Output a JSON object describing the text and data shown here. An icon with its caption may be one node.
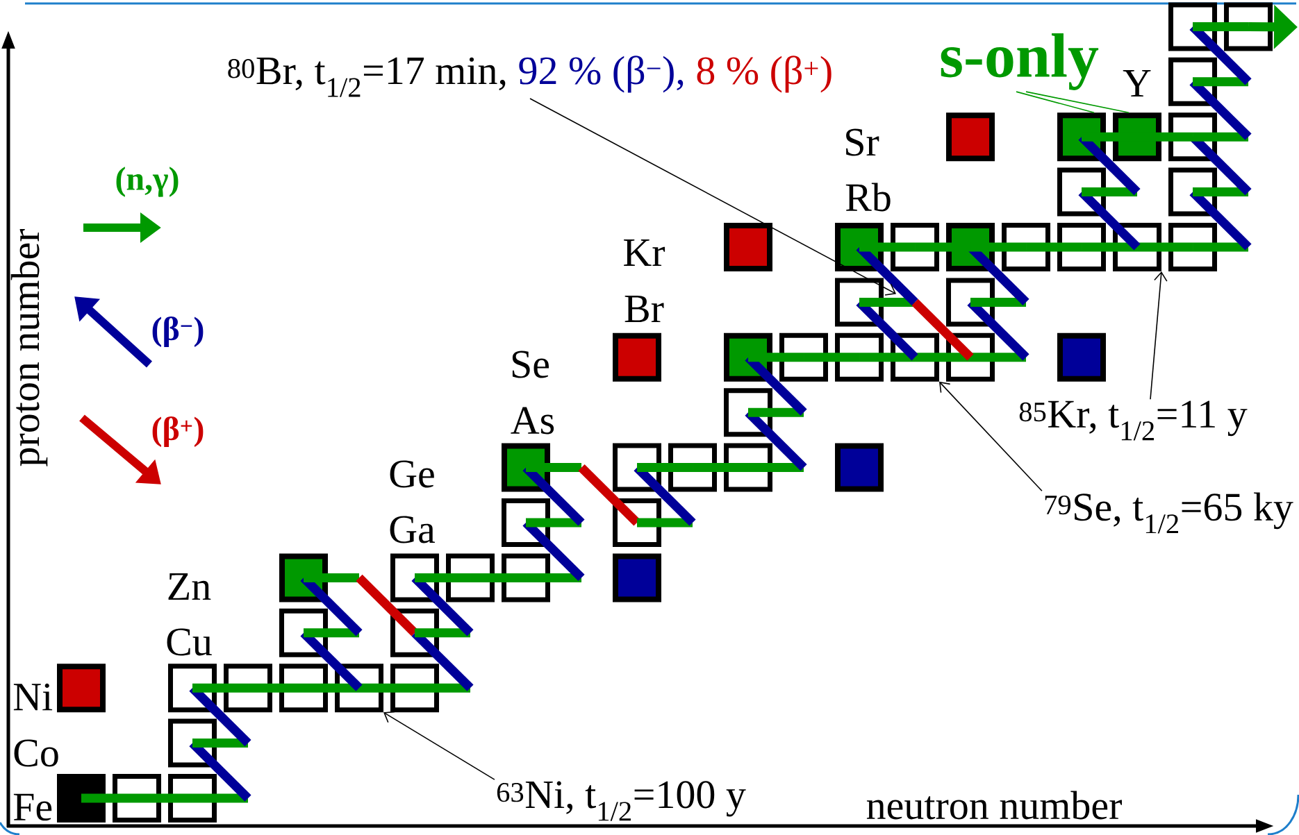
{
  "diagram": {
    "nodes": [
      {
        "text": [],
        "shape": "box"
      },
      {
        "text": [],
        "shape": "box"
      },
      {
        "text": [],
        "shape": "box"
      },
      {
        "text": [],
        "shape": "box"
      },
      {
        "text": [],
        "shape": "box"
      },
      {
        "text": [],
        "shape": "box"
      },
      {
        "text": [],
        "shape": "box"
      },
      {
        "text": [],
        "shape": "box"
      },
      {
        "text": [],
        "shape": "box"
      },
      {
        "text": [],
        "shape": "box"
      },
      {
        "text": [],
        "shape": "box"
      },
      {
        "text": [],
        "shape": "box"
      },
      {
        "text": [],
        "shape": "box"
      },
      {
        "text": [],
        "shape": "box"
      },
      {
        "text": [],
        "shape": "box"
      },
      {
        "text": [],
        "shape": "box"
      },
      {
        "text": [],
        "shape": "box"
      },
      {
        "text": [],
        "shape": "box"
      },
      {
        "text": [],
        "shape": "box"
      },
      {
        "text": [],
        "shape": "box"
      },
      {
        "text": [],
        "shape": "box"
      },
      {
        "text": [],
        "shape": "box"
      },
      {
        "text": [],
        "shape": "box"
      },
      {
        "text": [],
        "shape": "box"
      },
      {
        "text": [],
        "shape": "box"
      },
      {
        "text": [],
        "shape": "box"
      },
      {
        "text": [],
        "shape": "box"
      },
      {
        "text": [],
        "shape": "box"
      },
      {
        "text": [],
        "shape": "box"
      },
      {
        "text": [],
        "shape": "box"
      },
      {
        "text": [],
        "shape": "box"
      },
      {
        "text": [],
        "shape": "box"
      },
      {
        "text": [],
        "shape": "box"
      },
      {
        "text": [],
        "shape": "box"
      },
      {
        "text": [],
        "shape": "box"
      },
      {
        "text": [],
        "shape": "box"
      },
      {
        "text": [],
        "shape": "box"
      },
      {
        "text": [],
        "shape": "box"
      },
      {
        "text": [],
        "shape": "box"
      },
      {
        "text": [],
        "shape": "box"
      },
      {
        "text": [],
        "shape": "box"
      },
      {
        "text": [],
        "shape": "box"
      },
      {
        "text": [],
        "shape": "box"
      },
      {
        "text": [],
        "shape": "box"
      },
      {
        "text": [],
        "shape": "box"
      },
      {
        "text": [],
        "shape": "box"
      },
      {
        "text": [],
        "shape": "box"
      },
      {
        "text": [],
        "shape": "box"
      },
      {
        "text": [],
        "shape": "box"
      },
      {
        "text": [],
        "shape": "box"
      },
      {
        "text": [],
        "shape": "box"
      },
      {
        "text": [
          "$^{80}$Br, t$_{1/2}$=17 min,",
          "92 % (β$^{−}$),",
          "8 % (β$^{+}$)"
        ]
      },
      {
        "text": [
          "s-only"
        ]
      },
      {
        "text": [
          "$^{85}$Kr, t$_{1/2}$=11 y"
        ]
      },
      {
        "text": [
          "$^{79}$Se, t$_{1/2}$=65 ky"
        ]
      },
      {
        "text": [
          "$^{63}$Ni, t$_{1/2}$=100 y"
        ]
      }
    ],
    "edges": [
      {
        "from": 48,
        "to": 49,
        "arrow": "none"
      },
      {
        "from": 49,
        "to": 50,
        "arrow": "none"
      },
      {
        "from": 50,
        "to": null,
        "arrow": "none"
      },
      {
        "from": null,
        "to": 47,
        "arrow": "none",
        "color": "#000099"
      },
      {
        "from": 47,
        "to": null,
        "arrow": "none"
      },
      {
        "from": null,
        "to": 42,
        "arrow": "none",
        "color": "#000099"
      },
      {
        "from": 42,
        "to": 43,
        "arrow": "none"
      },
      {
        "from": 43,
        "to": 44,
        "arrow": "none"
      },
      {
        "from": 44,
        "to": 45,
        "arrow": "none"
      },
      {
        "from": 45,
        "to": 46,
        "arrow": "none"
      },
      {
        "from": 46,
        "to": null,
        "arrow": "none"
      },
      {
        "from": 45,
        "to": 39,
        "arrow": "none",
        "color": "#000099"
      },
      {
        "from": null,
        "to": 40,
        "arrow": "none",
        "color": "#000099"
      },
      {
        "from": 39,
        "to": null,
        "arrow": "none"
      },
      {
        "from": null,
        "to": 34,
        "arrow": "none",
        "color": "#000099"
      },
      {
        "from": 34,
        "to": null,
        "arrow": "none"
      },
      {
        "from": null,
        "to": 40,
        "arrow": "none",
        "color": "#cc0000"
      },
      {
        "from": 40,
        "to": null,
        "arrow": "none"
      },
      {
        "from": null,
        "to": 35,
        "arrow": "none",
        "color": "#000099"
      },
      {
        "from": 35,
        "to": 36,
        "arrow": "none"
      },
      {
        "from": 36,
        "to": 37,
        "arrow": "none"
      },
      {
        "from": 37,
        "to": null,
        "arrow": "none"
      },
      {
        "from": null,
        "to": 32,
        "arrow": "none",
        "color": "#000099"
      },
      {
        "from": 32,
        "to": null,
        "arrow": "none"
      },
      {
        "from": null,
        "to": 27,
        "arrow": "none",
        "color": "#000099"
      },
      {
        "from": 27,
        "to": null,
        "arrow": "none"
      },
      {
        "from": null,
        "to": 33,
        "arrow": "none",
        "color": "#cc0000"
      },
      {
        "from": 33,
        "to": null,
        "arrow": "none"
      },
      {
        "from": null,
        "to": 28,
        "arrow": "none",
        "color": "#000099"
      },
      {
        "from": 28,
        "to": 29,
        "arrow": "none"
      },
      {
        "from": 29,
        "to": 30,
        "arrow": "none"
      },
      {
        "from": 30,
        "to": null,
        "arrow": "none"
      },
      {
        "from": null,
        "to": 26,
        "arrow": "none",
        "color": "#000099"
      },
      {
        "from": 26,
        "to": null,
        "arrow": "none"
      },
      {
        "from": null,
        "to": 20,
        "arrow": "none",
        "color": "#000099"
      },
      {
        "from": 20,
        "to": 21,
        "arrow": "none"
      },
      {
        "from": 21,
        "to": 22,
        "arrow": "none"
      },
      {
        "from": 22,
        "to": 23,
        "arrow": "none"
      },
      {
        "from": 23,
        "to": 24,
        "arrow": "none"
      },
      {
        "from": 24,
        "to": null,
        "arrow": "none"
      },
      {
        "from": 23,
        "to": 17,
        "arrow": "none",
        "color": "#000099"
      },
      {
        "from": null,
        "to": 18,
        "arrow": "none",
        "color": "#000099"
      },
      {
        "from": 17,
        "to": null,
        "arrow": "none"
      },
      {
        "from": null,
        "to": 24,
        "arrow": "none",
        "color": "#cc0000"
      },
      {
        "from": null,
        "to": 10,
        "arrow": "none",
        "color": "#000099"
      },
      {
        "from": 18,
        "to": null,
        "arrow": "none"
      },
      {
        "from": null,
        "to": 12,
        "arrow": "none",
        "color": "#000099"
      },
      {
        "from": 10,
        "to": 11,
        "arrow": "none"
      },
      {
        "from": 11,
        "to": 12,
        "arrow": "none"
      },
      {
        "from": 12,
        "to": 13,
        "arrow": "none"
      },
      {
        "from": 13,
        "to": 14,
        "arrow": "none"
      },
      {
        "from": 14,
        "to": 15,
        "arrow": "none"
      },
      {
        "from": 15,
        "to": 16,
        "arrow": "none"
      },
      {
        "from": 16,
        "to": null,
        "arrow": "none"
      },
      {
        "from": 15,
        "to": 7,
        "arrow": "none",
        "color": "#000099"
      },
      {
        "from": null,
        "to": 8,
        "arrow": "none",
        "color": "#000099"
      },
      {
        "from": 7,
        "to": null,
        "arrow": "none"
      },
      {
        "from": null,
        "to": 4,
        "arrow": "none",
        "color": "#000099"
      },
      {
        "from": 8,
        "to": null,
        "arrow": "none"
      },
      {
        "from": null,
        "to": 6,
        "arrow": "none",
        "color": "#000099"
      },
      {
        "from": 4,
        "to": 5,
        "arrow": "none"
      },
      {
        "from": 5,
        "to": 6,
        "arrow": "none"
      },
      {
        "from": 6,
        "to": null,
        "arrow": "none"
      },
      {
        "from": null,
        "to": 2,
        "arrow": "none",
        "color": "#000099"
      },
      {
        "from": 2,
        "to": null,
        "arrow": "none"
      },
      {
        "from": null,
        "to": 0,
        "arrow": "none",
        "color": "#000099"
      },
      {
        "from": 0,
        "to": 1,
        "arrow": "none"
      },
      {
        "from": 1,
        "to": null,
        "arrow": "to"
      },
      {
        "from": 51,
        "to": 17,
        "arrow": "to",
        "color": "#000000"
      },
      {
        "from": 52,
        "to": 4,
        "arrow": "none"
      },
      {
        "from": 52,
        "to": 5,
        "arrow": "none"
      },
      {
        "from": 53,
        "to": 15,
        "arrow": "to",
        "color": "#000000"
      },
      {
        "from": 54,
        "to": 23,
        "arrow": "to",
        "color": "#000000"
      },
      {
        "from": 55,
        "to": 45,
        "arrow": "to",
        "color": "#000000"
      }
    ],
    "labels": [
      "Y",
      "Sr",
      "Rb",
      "Kr",
      "Br",
      "Se",
      "As",
      "Ge",
      "Ga",
      "Zn",
      "Cu",
      "Ni",
      "Co",
      "Fe",
      "proton number",
      "neutron number"
    ],
    "legend": [
      {
        "text": "(n,γ)"
      },
      {
        "text": "(β$^{−}$)"
      },
      {
        "text": "(β$^{+}$)"
      }
    ]
  }
}
